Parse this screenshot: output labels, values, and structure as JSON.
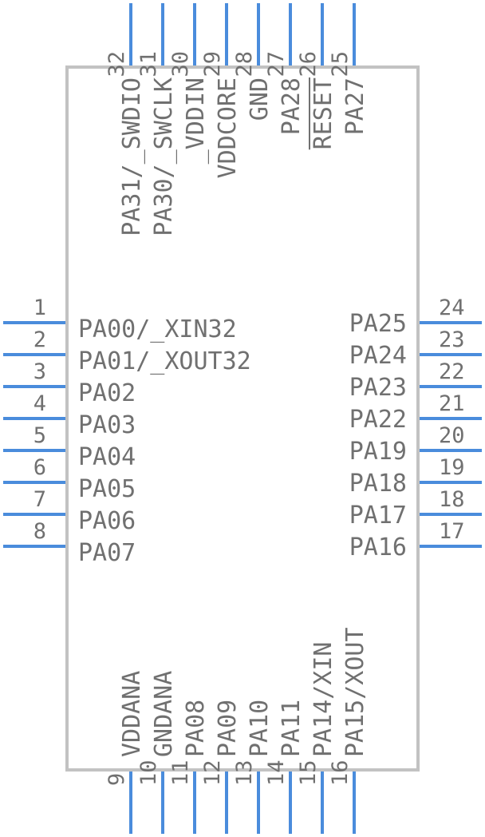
{
  "pins": [
    {
      "number": "1",
      "name": "PA00/_XIN32"
    },
    {
      "number": "2",
      "name": "PA01/_XOUT32"
    },
    {
      "number": "3",
      "name": "PA02"
    },
    {
      "number": "4",
      "name": "PA03"
    },
    {
      "number": "5",
      "name": "PA04"
    },
    {
      "number": "6",
      "name": "PA05"
    },
    {
      "number": "7",
      "name": "PA06"
    },
    {
      "number": "8",
      "name": "PA07"
    },
    {
      "number": "9",
      "name": "VDDANA"
    },
    {
      "number": "10",
      "name": "GNDANA"
    },
    {
      "number": "11",
      "name": "PA08"
    },
    {
      "number": "12",
      "name": "PA09"
    },
    {
      "number": "13",
      "name": "PA10"
    },
    {
      "number": "14",
      "name": "PA11"
    },
    {
      "number": "15",
      "name": "PA14/XIN"
    },
    {
      "number": "16",
      "name": "PA15/XOUT"
    },
    {
      "number": "17",
      "name": "PA16"
    },
    {
      "number": "18",
      "name": "PA17"
    },
    {
      "number": "19",
      "name": "PA18"
    },
    {
      "number": "20",
      "name": "PA19"
    },
    {
      "number": "21",
      "name": "PA22"
    },
    {
      "number": "22",
      "name": "PA23"
    },
    {
      "number": "23",
      "name": "PA24"
    },
    {
      "number": "24",
      "name": "PA25"
    },
    {
      "number": "25",
      "name": "PA27"
    },
    {
      "number": "26",
      "name": "RESET"
    },
    {
      "number": "27",
      "name": "PA28"
    },
    {
      "number": "28",
      "name": "GND"
    },
    {
      "number": "29",
      "name": "VDDCORE"
    },
    {
      "number": "30",
      "name": "_VDDIN"
    },
    {
      "number": "31",
      "name": "PA30/_SWCLK"
    },
    {
      "number": "32",
      "name": "PA31/_SWDIO"
    }
  ],
  "colors": {
    "pin_line": "#4a8cdc",
    "body_outline": "#c2c2c2",
    "text": "#707070"
  }
}
